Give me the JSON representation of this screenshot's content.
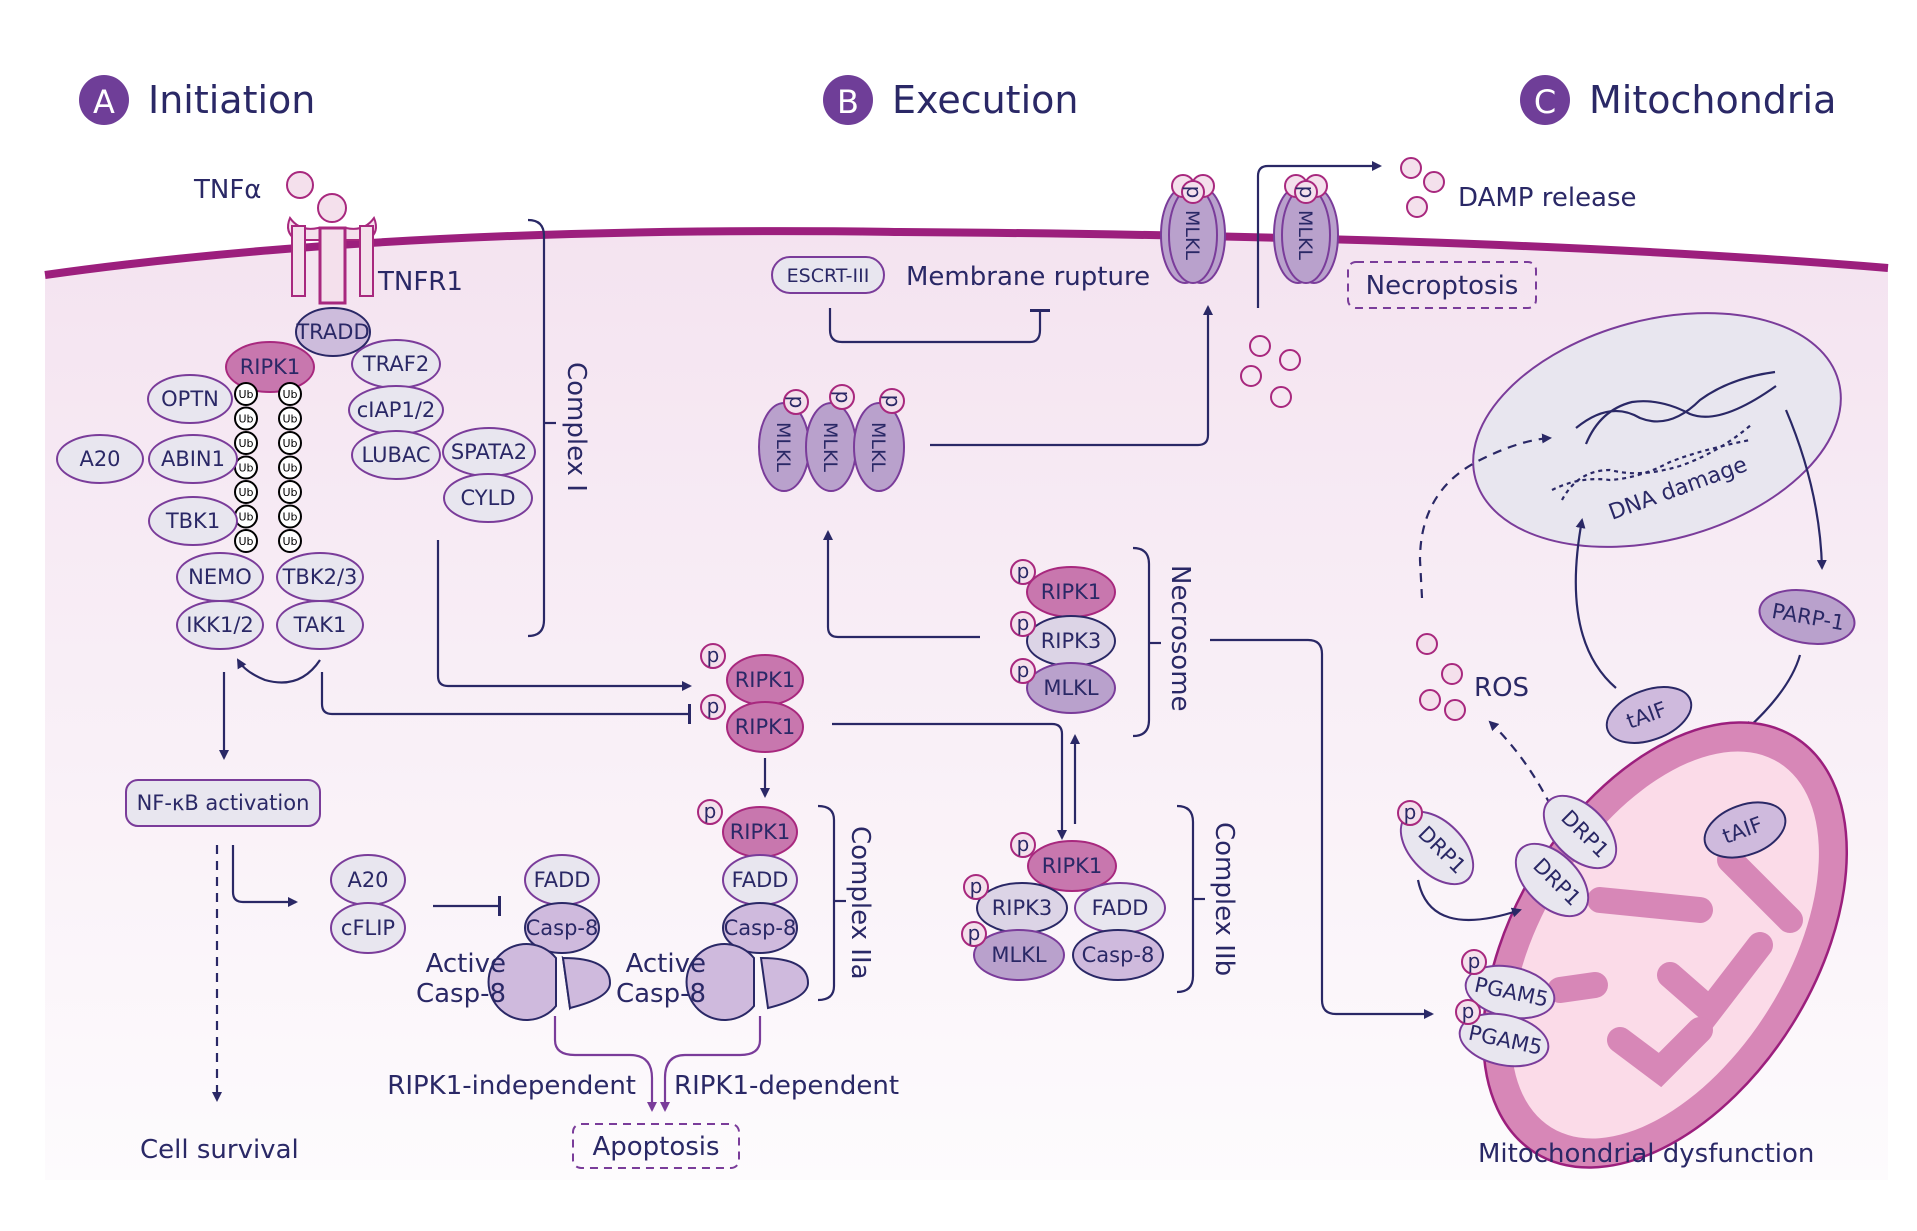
{
  "colors": {
    "membrane": "#9c1f7d",
    "cytoplasm": "#f6e9f3",
    "header_badge": "#6f3e98",
    "text": "#2a2866",
    "ripk1_fill": "#c877ae",
    "ripk1_stroke": "#a8287e",
    "light_protein_fill": "#e8e6ef",
    "light_protein_stroke": "#7a3c9a",
    "mlkl_fill": "#b9a1cc",
    "casp8_fill": "#cfbadd",
    "mito_outer": "#d787b7",
    "mito_inner": "#fbdbe8"
  },
  "sections": [
    {
      "badge": "A",
      "title": "Initiation"
    },
    {
      "badge": "B",
      "title": "Execution"
    },
    {
      "badge": "C",
      "title": "Mitochondria"
    }
  ],
  "initiation": {
    "ligand": "TNFα",
    "receptor": "TNFR1",
    "tradd": "TRADD",
    "ripk1": "RIPK1",
    "left_proteins": [
      "OPTN",
      "ABIN1",
      "A20",
      "TBK1",
      "NEMO",
      "IKK1/2"
    ],
    "right_proteins": [
      "TBK2/3",
      "TAK1",
      "TRAF2",
      "cIAP1/2",
      "LUBAC",
      "SPATA2",
      "CYLD"
    ],
    "ub_label": "Ub",
    "complex_i": "Complex I",
    "nfkb": "NF-κB activation",
    "cell_survival": "Cell survival",
    "inhibitors": [
      "A20",
      "cFLIP"
    ],
    "fadd": "FADD",
    "casp8": "Casp-8",
    "active_casp8_line1": "Active",
    "active_casp8_line2": "Casp-8",
    "complex_iia": "Complex IIa",
    "ripk1_independent": "RIPK1-independent",
    "ripk1_dependent": "RIPK1-dependent",
    "apoptosis": "Apoptosis",
    "p_label": "p"
  },
  "execution": {
    "escrt": "ESCRT-III",
    "membrane_rupture": "Membrane rupture",
    "mlkl": "MLKL",
    "damp_release": "DAMP release",
    "necroptosis": "Necroptosis",
    "necrosome": "Necrosome",
    "necrosome_proteins": [
      "RIPK1",
      "RIPK3",
      "MLKL"
    ],
    "complex_iib": "Complex IIb",
    "complex_iib_proteins": [
      "RIPK1",
      "RIPK3",
      "FADD",
      "MLKL",
      "Casp-8"
    ]
  },
  "mitochondria": {
    "dna_damage": "DNA damage",
    "parp1": "PARP-1",
    "taif": "tAIF",
    "ros": "ROS",
    "drp1": "DRP1",
    "pgam5": "PGAM5",
    "mito_dysfunction": "Mitochondrial dysfunction"
  }
}
